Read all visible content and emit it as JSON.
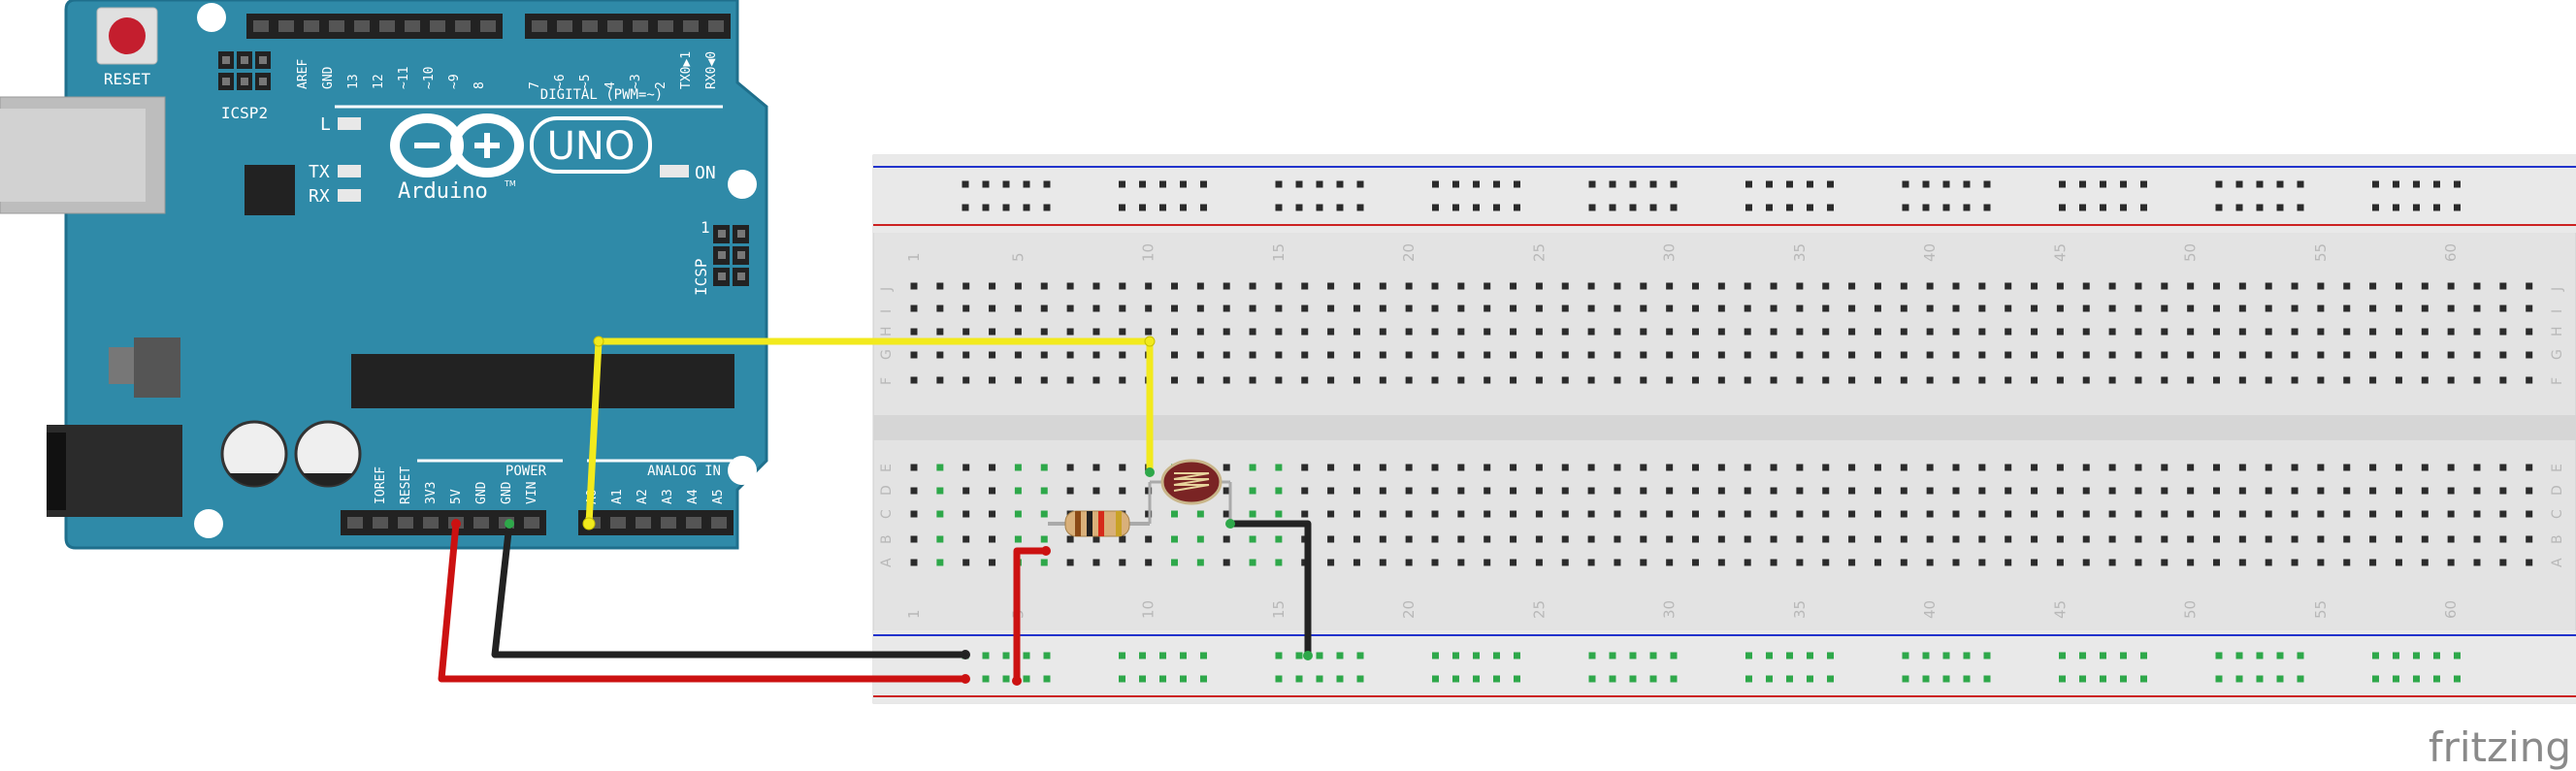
{
  "colors": {
    "board": "#2f8aa8",
    "board_edge": "#1f6f8c",
    "breadboard": "#e6e6e6",
    "rail_blue": "#2233cc",
    "rail_red": "#cc2222",
    "wire_yellow": "#f2ea1d",
    "wire_red": "#cc1111",
    "wire_black": "#222222",
    "hole_active": "#2ea84a"
  },
  "arduino": {
    "reset_label": "RESET",
    "icsp2_label": "ICSP2",
    "icsp_label": "ICSP",
    "icsp_pin1": "1",
    "led_l": "L",
    "led_tx": "TX",
    "led_rx": "RX",
    "on_label": "ON",
    "uno_label": "UNO",
    "brand": "Arduino",
    "trademark": "TM",
    "digital_label": "DIGITAL (PWM=~)",
    "power_label": "POWER",
    "analog_label": "ANALOG IN",
    "digital_pins": [
      "AREF",
      "GND",
      "13",
      "12",
      "~11",
      "~10",
      "~9",
      "8",
      "7",
      "~6",
      "~5",
      "4",
      "~3",
      "2",
      "TX0▶1",
      "RX0◀0"
    ],
    "power_pins": [
      "IOREF",
      "RESET",
      "3V3",
      "5V",
      "GND",
      "GND",
      "VIN"
    ],
    "analog_pins": [
      "A0",
      "A1",
      "A2",
      "A3",
      "A4",
      "A5"
    ]
  },
  "breadboard": {
    "column_numbers": [
      "1",
      "5",
      "10",
      "15",
      "20",
      "25",
      "30",
      "35",
      "40",
      "45",
      "50",
      "55",
      "60"
    ],
    "rows_top": [
      "J",
      "I",
      "H",
      "G",
      "F"
    ],
    "rows_bottom": [
      "E",
      "D",
      "C",
      "B",
      "A"
    ]
  },
  "components": {
    "resistor": "resistor",
    "photoresistor": "photoresistor"
  },
  "watermark": "fritzing"
}
